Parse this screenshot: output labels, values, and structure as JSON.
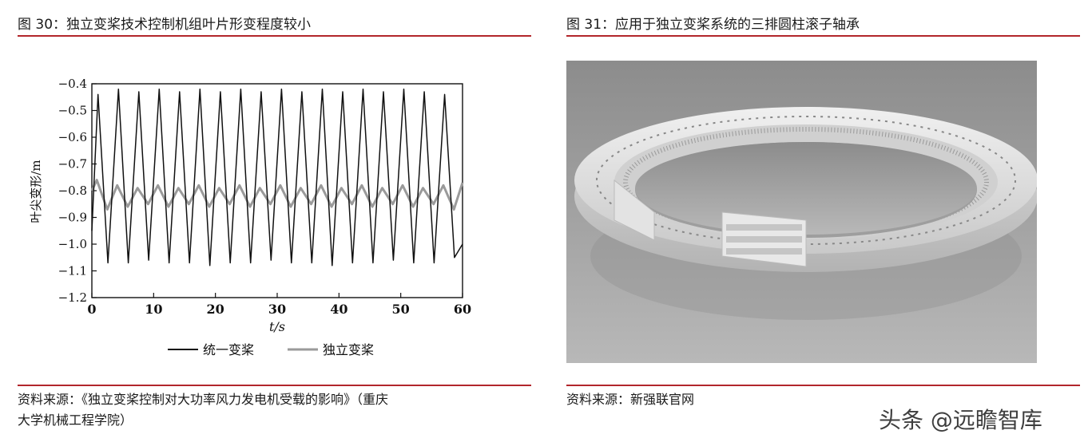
{
  "left": {
    "title": "图 30：独立变桨技术控制机组叶片形变程度较小",
    "source_line1": "资料来源：《独立变桨控制对大功率风力发电机受载的影响》（重庆",
    "source_line2": "大学机械工程学院）"
  },
  "right": {
    "title": "图 31：应用于独立变桨系统的三排圆柱滚子轴承",
    "source": "资料来源：新强联官网"
  },
  "watermark": "头条 @远瞻智库",
  "colors": {
    "rule": "#b2262b",
    "series_unified": "#111111",
    "series_independent": "#9a9a9a"
  },
  "chart_data": {
    "type": "line",
    "title": "",
    "xlabel": "t/s",
    "ylabel": "叶尖变形/m",
    "xlim": [
      0,
      60
    ],
    "ylim": [
      -1.2,
      -0.4
    ],
    "xticks": [
      "0",
      "10",
      "20",
      "30",
      "40",
      "50",
      "60"
    ],
    "yticks": [
      "-0.4",
      "-0.5",
      "-0.6",
      "-0.7",
      "-0.8",
      "-0.9",
      "-1.0",
      "-1.1",
      "-1.2"
    ],
    "legend_position": "bottom",
    "series": [
      {
        "name": "统一变桨",
        "color": "#111111",
        "period_s": 3.3,
        "min": -1.08,
        "max": -0.42,
        "x": [
          0,
          1.0,
          2.6,
          4.3,
          5.9,
          7.6,
          9.2,
          10.9,
          12.5,
          14.2,
          15.8,
          17.5,
          19.1,
          20.8,
          22.4,
          24.1,
          25.7,
          27.4,
          29.0,
          30.7,
          32.3,
          34.0,
          35.6,
          37.3,
          38.9,
          40.6,
          42.2,
          43.9,
          45.5,
          47.2,
          48.8,
          50.5,
          52.1,
          53.8,
          55.4,
          57.1,
          58.7,
          60
        ],
        "y": [
          -0.95,
          -0.44,
          -1.07,
          -0.42,
          -1.07,
          -0.43,
          -1.06,
          -0.42,
          -1.07,
          -0.43,
          -1.07,
          -0.42,
          -1.08,
          -0.43,
          -1.07,
          -0.42,
          -1.07,
          -0.43,
          -1.06,
          -0.42,
          -1.07,
          -0.43,
          -1.07,
          -0.42,
          -1.08,
          -0.43,
          -1.07,
          -0.42,
          -1.07,
          -0.43,
          -1.06,
          -0.42,
          -1.07,
          -0.43,
          -1.07,
          -0.44,
          -1.05,
          -1.0
        ]
      },
      {
        "name": "独立变桨",
        "color": "#9a9a9a",
        "period_s": 3.3,
        "min": -0.87,
        "max": -0.77,
        "x": [
          0,
          0.8,
          2.5,
          4.1,
          5.8,
          7.4,
          9.1,
          10.7,
          12.4,
          14.0,
          15.7,
          17.3,
          19.0,
          20.6,
          22.3,
          23.9,
          25.6,
          27.2,
          28.9,
          30.5,
          32.2,
          33.8,
          35.5,
          37.1,
          38.8,
          40.4,
          42.1,
          43.7,
          45.4,
          47.0,
          48.7,
          50.3,
          52.0,
          53.6,
          55.3,
          56.9,
          58.6,
          60
        ],
        "y": [
          -0.8,
          -0.76,
          -0.87,
          -0.78,
          -0.86,
          -0.79,
          -0.85,
          -0.78,
          -0.86,
          -0.79,
          -0.85,
          -0.78,
          -0.86,
          -0.79,
          -0.85,
          -0.78,
          -0.86,
          -0.79,
          -0.85,
          -0.78,
          -0.86,
          -0.79,
          -0.85,
          -0.78,
          -0.86,
          -0.79,
          -0.85,
          -0.78,
          -0.86,
          -0.79,
          -0.85,
          -0.78,
          -0.86,
          -0.79,
          -0.85,
          -0.78,
          -0.87,
          -0.77
        ]
      }
    ]
  }
}
